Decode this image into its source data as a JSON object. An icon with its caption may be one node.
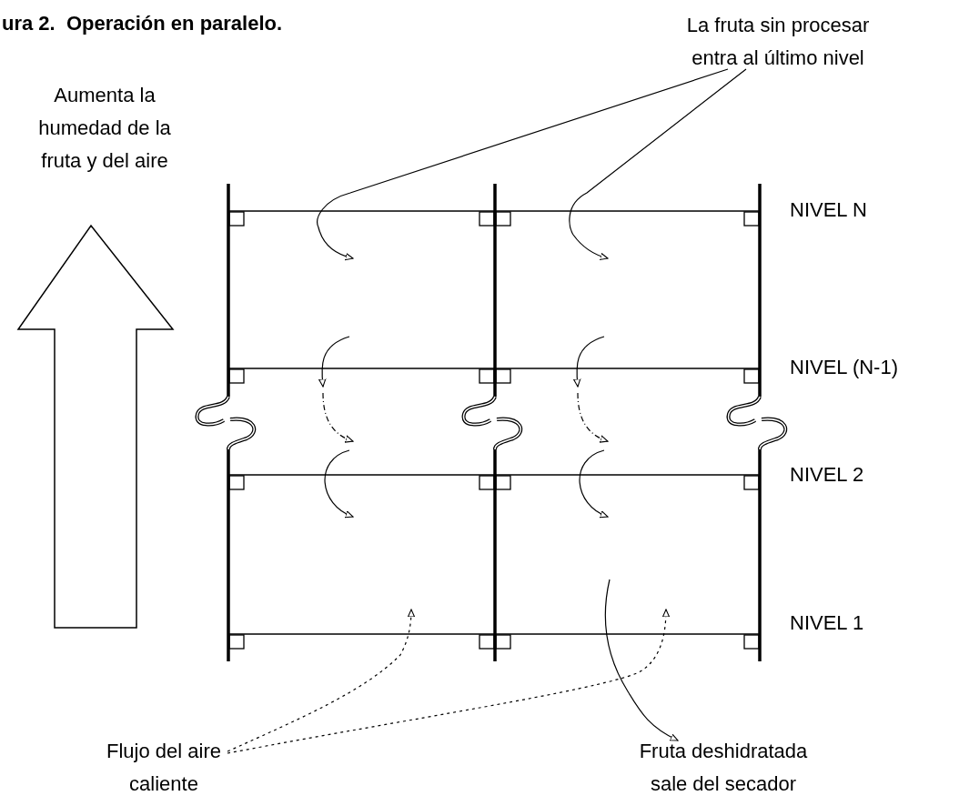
{
  "diagram": {
    "title": "ura 2.  Operación en paralelo.",
    "nodes": [
      {
        "text": [
          "La fruta sin procesar entra al último nivel"
        ]
      },
      {
        "text": [
          "Flujo del aire caliente"
        ]
      },
      {
        "text": [
          "Fruta deshidratada sale del secador"
        ]
      }
    ],
    "edges": [
      {
        "from": 0,
        "to": null,
        "arrow": "to"
      },
      {
        "from": 0,
        "to": null,
        "arrow": "to"
      },
      {
        "from": 1,
        "to": null,
        "arrow": "to",
        "style": "dashed"
      },
      {
        "from": 1,
        "to": null,
        "arrow": "to",
        "style": "dashed"
      },
      {
        "from": null,
        "to": 2,
        "arrow": "to"
      }
    ],
    "labels": [
      "Aumenta la humedad de la fruta y del aire",
      "NIVEL N",
      "NIVEL (N-1)",
      "NIVEL 2",
      "NIVEL 1"
    ]
  }
}
